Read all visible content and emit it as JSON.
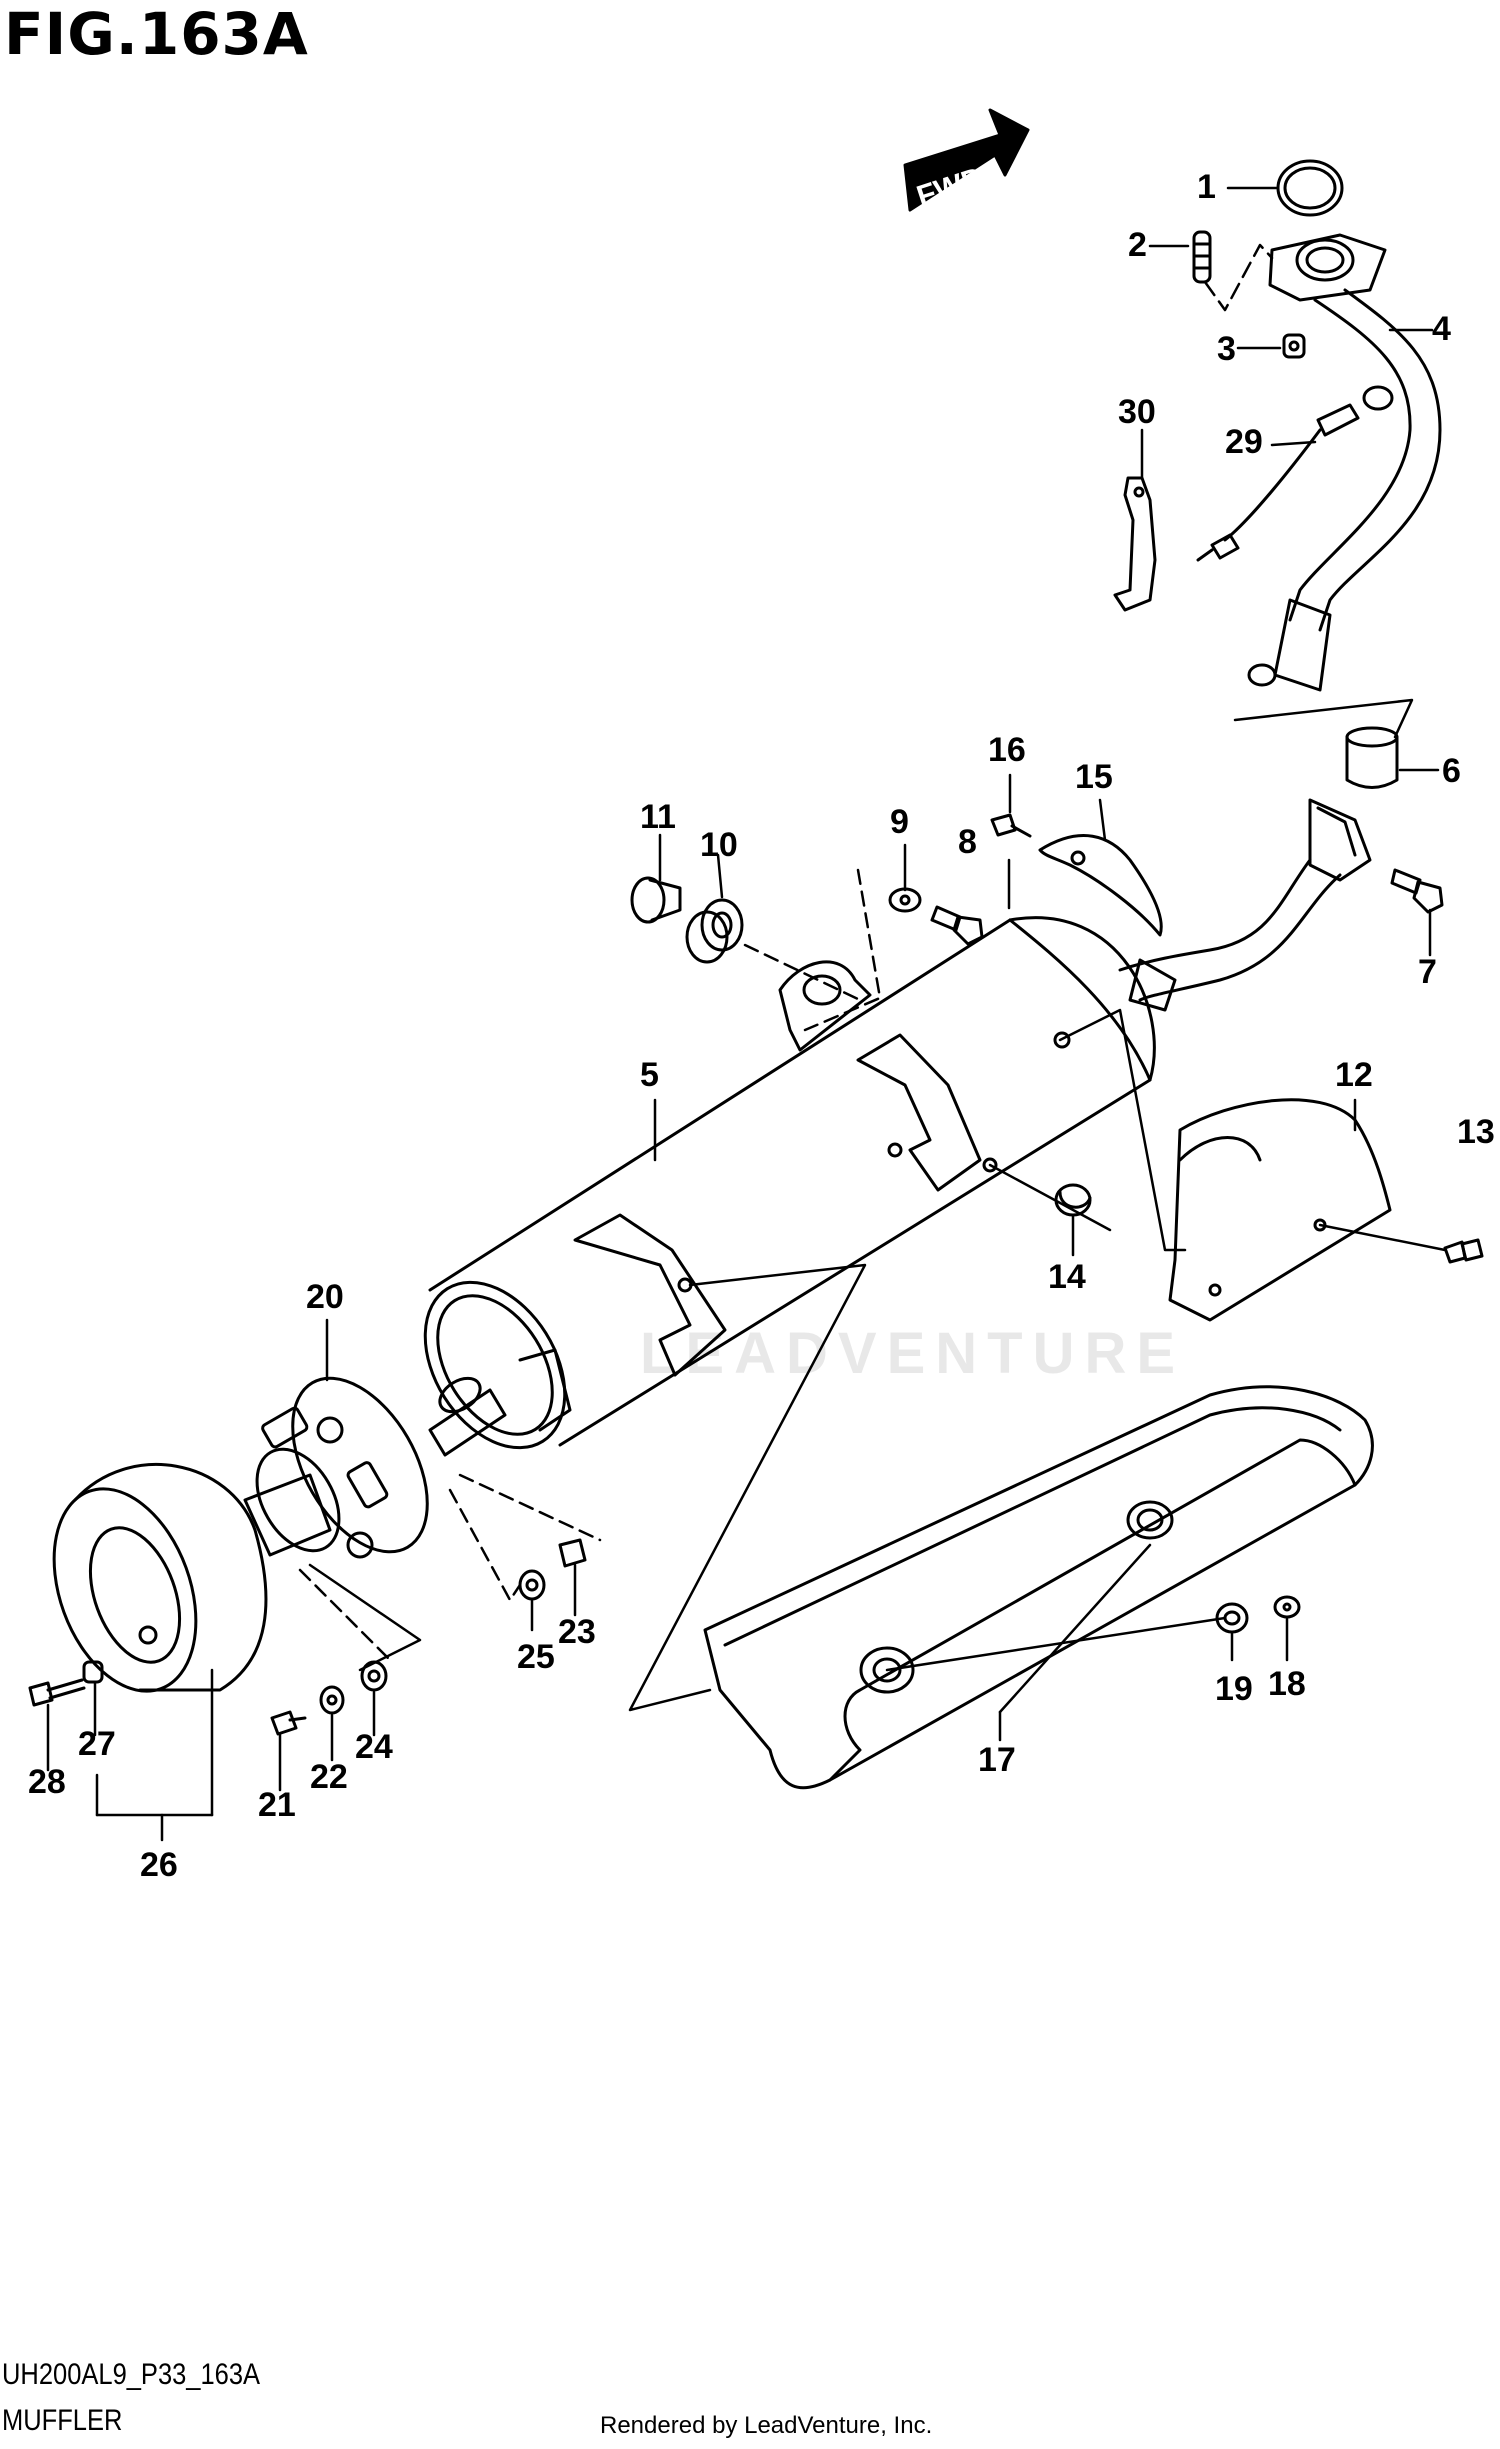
{
  "figure": {
    "title": "FIG.163A",
    "diagram_code": "UH200AL9_P33_163A",
    "diagram_name": "MUFFLER",
    "render_credit": "Rendered by LeadVenture, Inc.",
    "watermark": "LEADVENTURE",
    "direction_label": "FWD"
  },
  "callouts": {
    "c1": "1",
    "c2": "2",
    "c3": "3",
    "c4": "4",
    "c5": "5",
    "c6": "6",
    "c7": "7",
    "c8": "8",
    "c9": "9",
    "c10": "10",
    "c11": "11",
    "c12": "12",
    "c13": "13",
    "c14": "14",
    "c15": "15",
    "c16": "16",
    "c17": "17",
    "c18": "18",
    "c19": "19",
    "c20": "20",
    "c21": "21",
    "c22": "22",
    "c23": "23",
    "c24": "24",
    "c25": "25",
    "c26": "26",
    "c27": "27",
    "c28": "28",
    "c29": "29",
    "c30": "30"
  }
}
